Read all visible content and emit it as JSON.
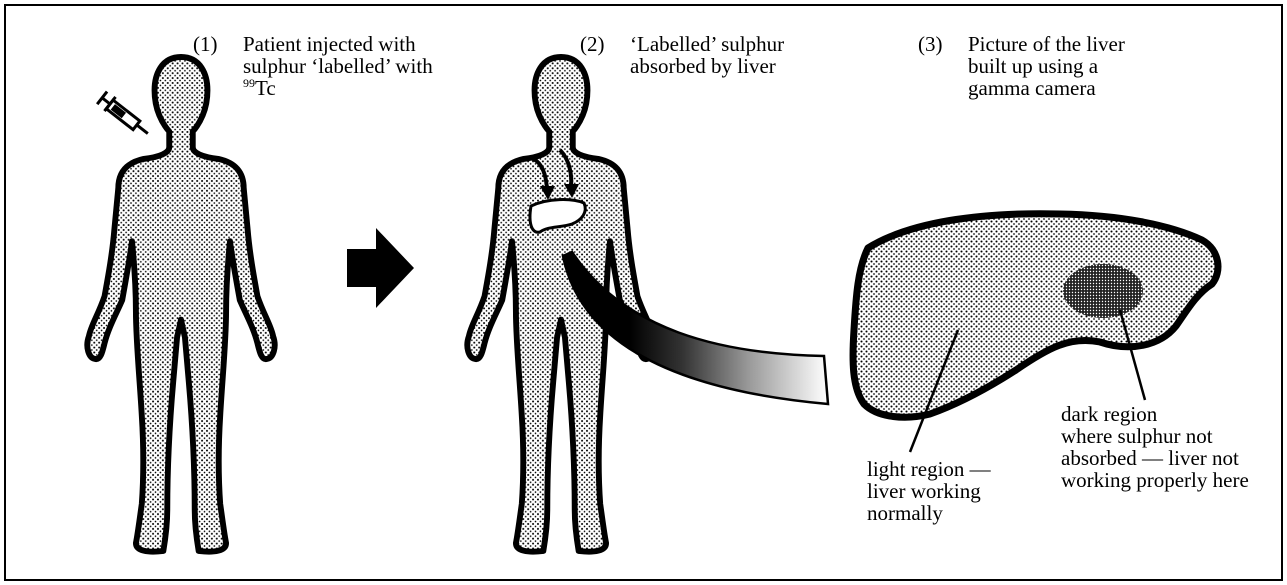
{
  "steps": [
    {
      "number": "(1)",
      "lines": [
        "Patient injected with",
        "sulphur ‘labelled’ with"
      ],
      "isotope_mass": "99",
      "isotope_symbol": "Tc"
    },
    {
      "number": "(2)",
      "lines": [
        "‘Labelled’ sulphur",
        "absorbed by liver"
      ]
    },
    {
      "number": "(3)",
      "lines": [
        "Picture of the liver",
        "built up using a",
        "gamma camera"
      ]
    }
  ],
  "annotations": {
    "light_region": [
      "light region —",
      "liver working",
      "normally"
    ],
    "dark_region": [
      "dark region",
      "where sulphur not",
      "absorbed — liver not",
      "working properly here"
    ]
  }
}
